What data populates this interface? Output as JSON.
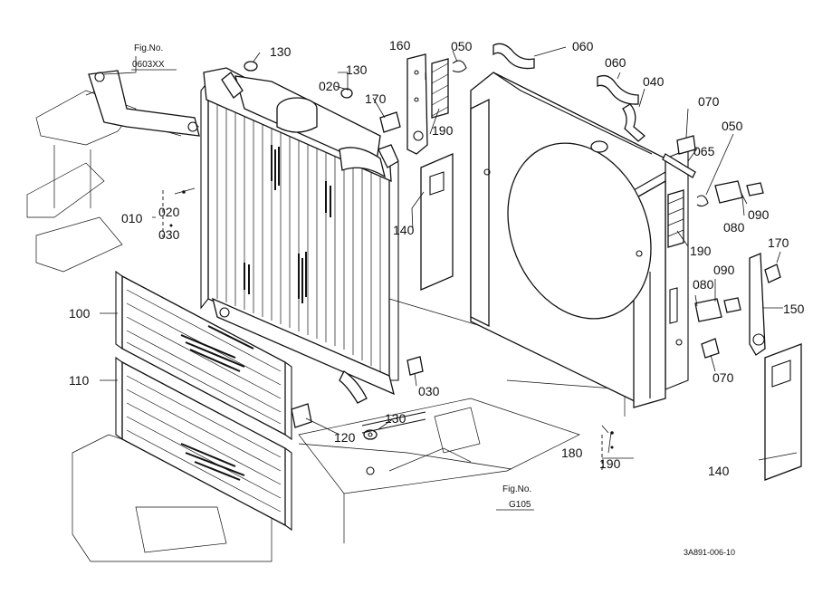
{
  "figure_refs": {
    "upper": {
      "line1": "Fig.No.",
      "line2": "0603XX"
    },
    "lower": {
      "line1": "Fig.No.",
      "line2": "G105"
    }
  },
  "drawing_code": "3A891-006-10",
  "callouts": {
    "c010": "010",
    "c020a": "020",
    "c020b": "020",
    "c030a": "030",
    "c030b": "030",
    "c040": "040",
    "c050a": "050",
    "c050b": "050",
    "c060a": "060",
    "c060b": "060",
    "c065": "065",
    "c070a": "070",
    "c070b": "070",
    "c080a": "080",
    "c080b": "080",
    "c090a": "090",
    "c090b": "090",
    "c100": "100",
    "c110": "110",
    "c120": "120",
    "c130a": "130",
    "c130b": "130",
    "c130c": "130",
    "c140a": "140",
    "c140b": "140",
    "c150": "150",
    "c160": "160",
    "c170a": "170",
    "c170b": "170",
    "c180": "180",
    "c190a": "190",
    "c190b": "190",
    "c190c": "190"
  }
}
